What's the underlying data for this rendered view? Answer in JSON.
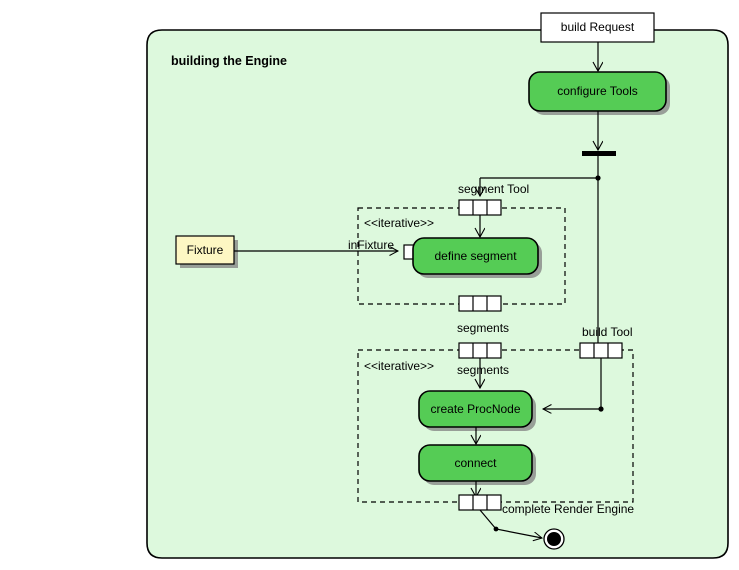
{
  "diagram": {
    "type": "uml-activity-diagram",
    "partition_title": "building the Engine",
    "colors": {
      "partition_fill": "#ddf9dd",
      "action_fill": "#55cc55",
      "object_fill": "#fdf7c3",
      "outline": "#000000",
      "shadow": "#808080",
      "page_background": "#ffffff"
    },
    "nodes": [
      {
        "id": "build-request",
        "label": "build Request",
        "shape": "rectangle",
        "fill": "#ffffff"
      },
      {
        "id": "configure-tools",
        "label": "configure Tools",
        "shape": "rounded-action",
        "fill": "#55cc55"
      },
      {
        "id": "fork-bar",
        "label": "",
        "shape": "fork-bar",
        "fill": "#000000"
      },
      {
        "id": "fixture",
        "label": "Fixture",
        "shape": "object-node",
        "fill": "#fdf7c3"
      },
      {
        "id": "define-segment",
        "label": "define segment",
        "shape": "rounded-action",
        "fill": "#55cc55"
      },
      {
        "id": "create-procnode",
        "label": "create ProcNode",
        "shape": "rounded-action",
        "fill": "#55cc55"
      },
      {
        "id": "connect",
        "label": "connect",
        "shape": "rounded-action",
        "fill": "#55cc55"
      },
      {
        "id": "final-node",
        "label": "",
        "shape": "final-node",
        "fill": "#000000"
      }
    ],
    "frames": [
      {
        "id": "iterative-frame-1",
        "stereotype": "<<iterative>>",
        "style": "dashed"
      },
      {
        "id": "iterative-frame-2",
        "stereotype": "<<iterative>>",
        "style": "dashed"
      }
    ],
    "pins": [
      {
        "id": "pin-segment-tool-in",
        "label": "segment Tool",
        "label_position": "above"
      },
      {
        "id": "pin-segments-out-1",
        "label": "segments",
        "label_position": "below"
      },
      {
        "id": "pin-segments-in-2",
        "label": "segments",
        "label_position": "below"
      },
      {
        "id": "pin-build-tool",
        "label": "build Tool",
        "label_position": "above"
      },
      {
        "id": "pin-complete-render-engine",
        "label": "complete Render Engine",
        "label_position": "right"
      },
      {
        "id": "pin-in-fixture",
        "label": "inFixture",
        "label_position": "left"
      }
    ],
    "edge_labels": [
      "segment Tool",
      "segments",
      "segments",
      "build Tool",
      "inFixture",
      "complete Render Engine"
    ]
  }
}
